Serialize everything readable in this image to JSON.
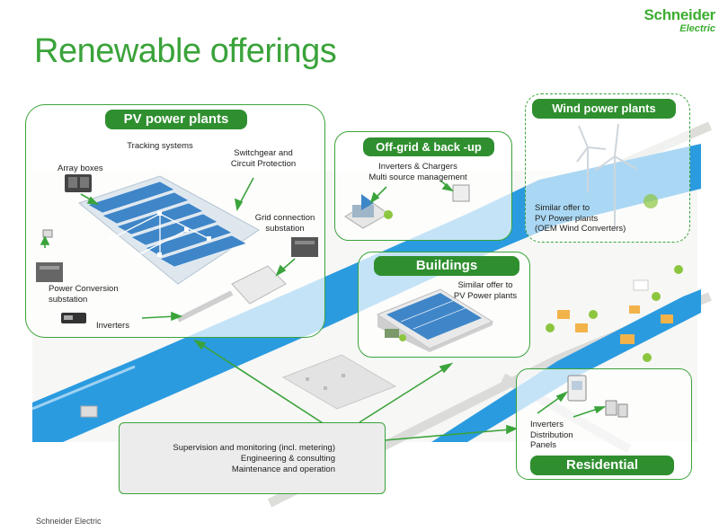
{
  "title": "Renewable offerings",
  "brand": {
    "line1": "Schneider",
    "line2": "Electric"
  },
  "footer": "Schneider Electric",
  "colors": {
    "accent": "#3aa33a",
    "pill": "#2f8f2f",
    "water": "#2b9be0",
    "panel_blue": "#3f86c8"
  },
  "sections": {
    "pv": {
      "heading": "PV power plants",
      "labels": {
        "tracking": "Tracking systems",
        "array_boxes": "Array boxes",
        "switchgear_1": "Switchgear and",
        "switchgear_2": "Circuit Protection",
        "grid_1": "Grid connection",
        "grid_2": "substation",
        "pcs_1": "Power Conversion",
        "pcs_2": "substation",
        "inverters": "Inverters"
      }
    },
    "offgrid": {
      "heading": "Off-grid & back -up",
      "line1": "Inverters & Chargers",
      "line2": "Multi source management"
    },
    "wind": {
      "heading": "Wind power plants",
      "line1": "Similar offer to",
      "line2": "PV Power plants",
      "line3": "(OEM Wind Converters)"
    },
    "buildings": {
      "heading": "Buildings",
      "line1": "Similar offer to",
      "line2": "PV Power plants"
    },
    "residential": {
      "heading": "Residential",
      "line1": "Inverters",
      "line2": "Distribution",
      "line3": "Panels"
    }
  },
  "services": {
    "line1": "Supervision and monitoring (incl. metering)",
    "line2": "Engineering & consulting",
    "line3": "Maintenance and operation"
  }
}
